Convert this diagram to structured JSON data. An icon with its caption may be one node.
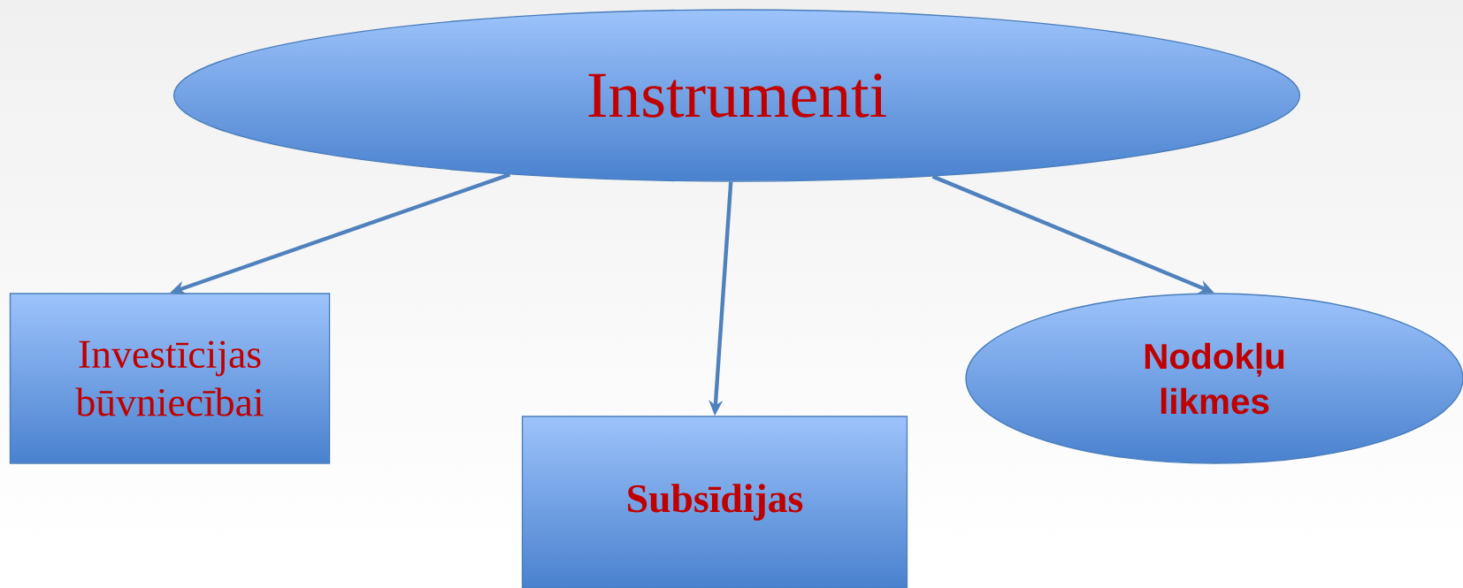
{
  "diagram": {
    "nodes": [
      {
        "text": [
          "Instrumenti"
        ]
      },
      {
        "text": [
          "Investīcijas būvniecībai"
        ]
      },
      {
        "text": [
          "Subsīdijas"
        ]
      },
      {
        "text": [
          "Nodokļu likmes"
        ]
      }
    ],
    "edges": [
      {
        "from": 0,
        "to": 1,
        "arrow": "to"
      },
      {
        "from": 0,
        "to": 2,
        "arrow": "to"
      },
      {
        "from": 0,
        "to": 3,
        "arrow": "to"
      }
    ]
  }
}
